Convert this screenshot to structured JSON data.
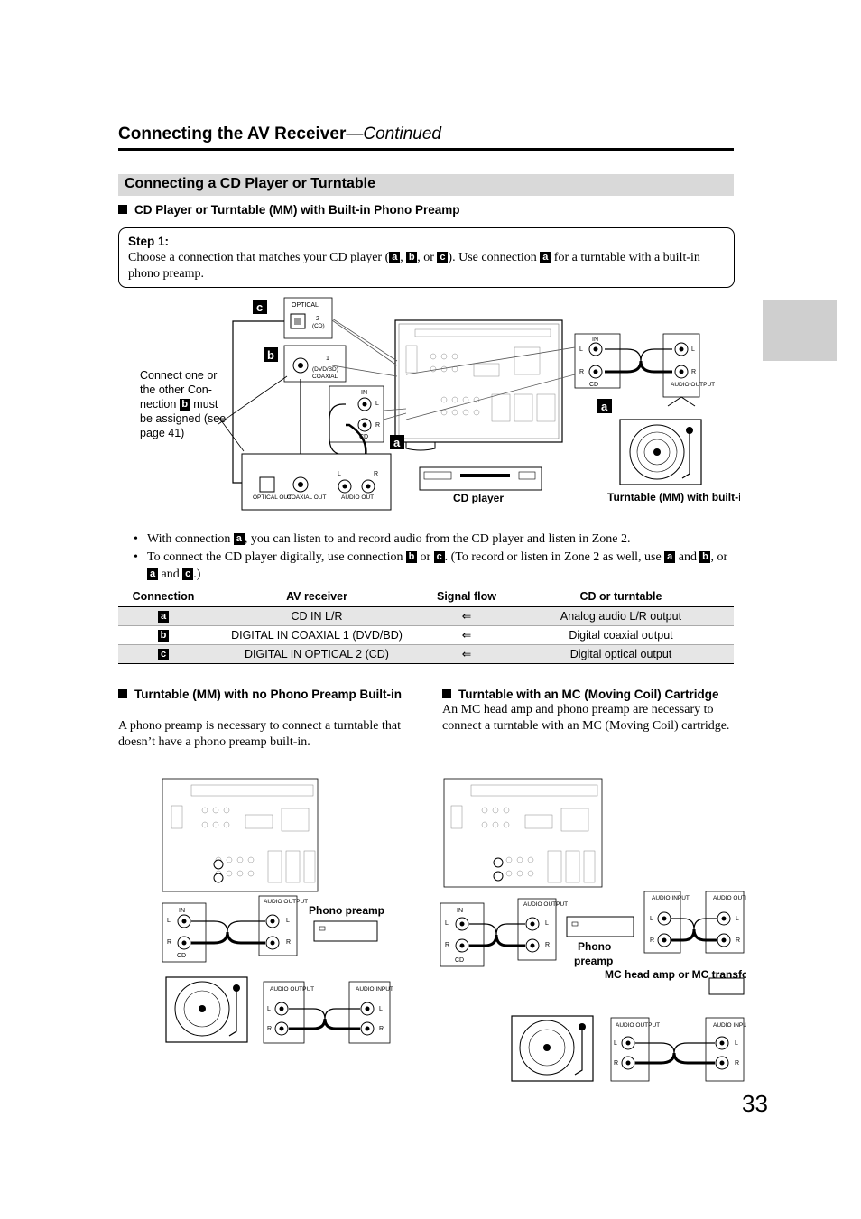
{
  "header": {
    "title": "Connecting the AV Receiver",
    "continued": "—Continued"
  },
  "section_title": "Connecting a CD Player or Turntable",
  "subsection1": "CD Player or Turntable (MM) with Built-in Phono Preamp",
  "step": {
    "title": "Step 1:",
    "text_a": "Choose a connection that matches your CD player (",
    "sep1": ", ",
    "sep2": ", or ",
    "text_b": "). Use connection ",
    "text_c": " for a turntable with a built-in phono preamp."
  },
  "labels": {
    "a": "a",
    "b": "b",
    "c": "c"
  },
  "figure_top": {
    "callout_1": "Connect one or the other Con-nection",
    "callout_2": "must be assigned (see page 41)",
    "optical": "OPTICAL",
    "optical_num": "2",
    "optical_sub": "(CD)",
    "coaxial_num": "1",
    "coaxial_sub": "(DVD/BD)",
    "coaxial": "COAXIAL",
    "in": "IN",
    "l": "L",
    "r": "R",
    "cd": "CD",
    "optical_out": "OPTICAL OUT",
    "coaxial_out": "COAXIAL OUT",
    "audio_out": "AUDIO OUT",
    "audio_output": "AUDIO OUTPUT",
    "cd_player": "CD player",
    "turntable": "Turntable (MM) with built-in phono preamp"
  },
  "bullets": {
    "b1_a": "With connection ",
    "b1_b": ", you can listen to and record audio from the CD player and listen in Zone 2.",
    "b2_a": "To connect the CD player digitally, use connection ",
    "b2_or": " or ",
    "b2_b": ". (To record or listen in Zone 2 as well, use ",
    "b2_and": " and ",
    "b2_c": ", or ",
    "b2_and2": " and ",
    "b2_end": ".)"
  },
  "table": {
    "headers": [
      "Connection",
      "AV receiver",
      "Signal flow",
      "CD or turntable"
    ],
    "rows": [
      {
        "conn": "a",
        "receiver": "CD IN L/R",
        "flow": "⇐",
        "device": "Analog audio L/R output"
      },
      {
        "conn": "b",
        "receiver": "DIGITAL IN COAXIAL 1 (DVD/BD)",
        "flow": "⇐",
        "device": "Digital coaxial output"
      },
      {
        "conn": "c",
        "receiver": "DIGITAL IN OPTICAL 2 (CD)",
        "flow": "⇐",
        "device": "Digital optical output"
      }
    ]
  },
  "subsection2": {
    "title": "Turntable (MM) with no Phono Preamp Built-in",
    "text": "A phono preamp is necessary to connect a turntable that doesn’t have a phono preamp built-in."
  },
  "subsection3": {
    "title": "Turntable with an MC (Moving Coil) Cartridge",
    "text": "An MC head amp and phono preamp are necessary to connect a turntable with an MC (Moving Coil) cartridge."
  },
  "figure_left": {
    "phono_preamp": "Phono preamp",
    "in": "IN",
    "l": "L",
    "r": "R",
    "cd": "CD",
    "audio_output": "AUDIO OUTPUT",
    "audio_input": "AUDIO INPUT"
  },
  "figure_right": {
    "phono": "Phono",
    "preamp": "preamp",
    "mc": "MC head amp or MC transformer",
    "in": "IN",
    "l": "L",
    "r": "R",
    "cd": "CD",
    "audio_output": "AUDIO OUTPUT",
    "audio_input": "AUDIO INPUT"
  },
  "page_number": "33"
}
